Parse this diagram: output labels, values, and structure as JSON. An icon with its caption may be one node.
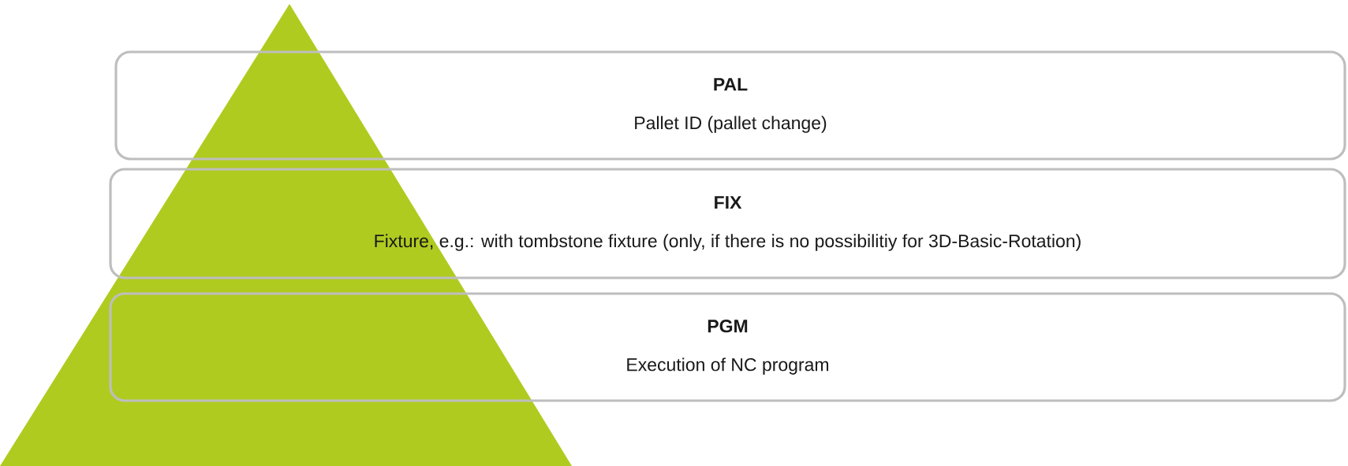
{
  "diagram": {
    "nodes": [
      {
        "text": [
          "PAL",
          "Pallet ID (pallet change)"
        ]
      },
      {
        "text": [
          "FIX",
          "Fixture, e.g.: with tombstone fixture (only, if there is no possibilitiy for 3D-Basic-Rotation)"
        ]
      },
      {
        "text": [
          "PGM",
          "Execution of NC program"
        ]
      },
      {
        "text": [],
        "shape": "triangle"
      }
    ]
  }
}
